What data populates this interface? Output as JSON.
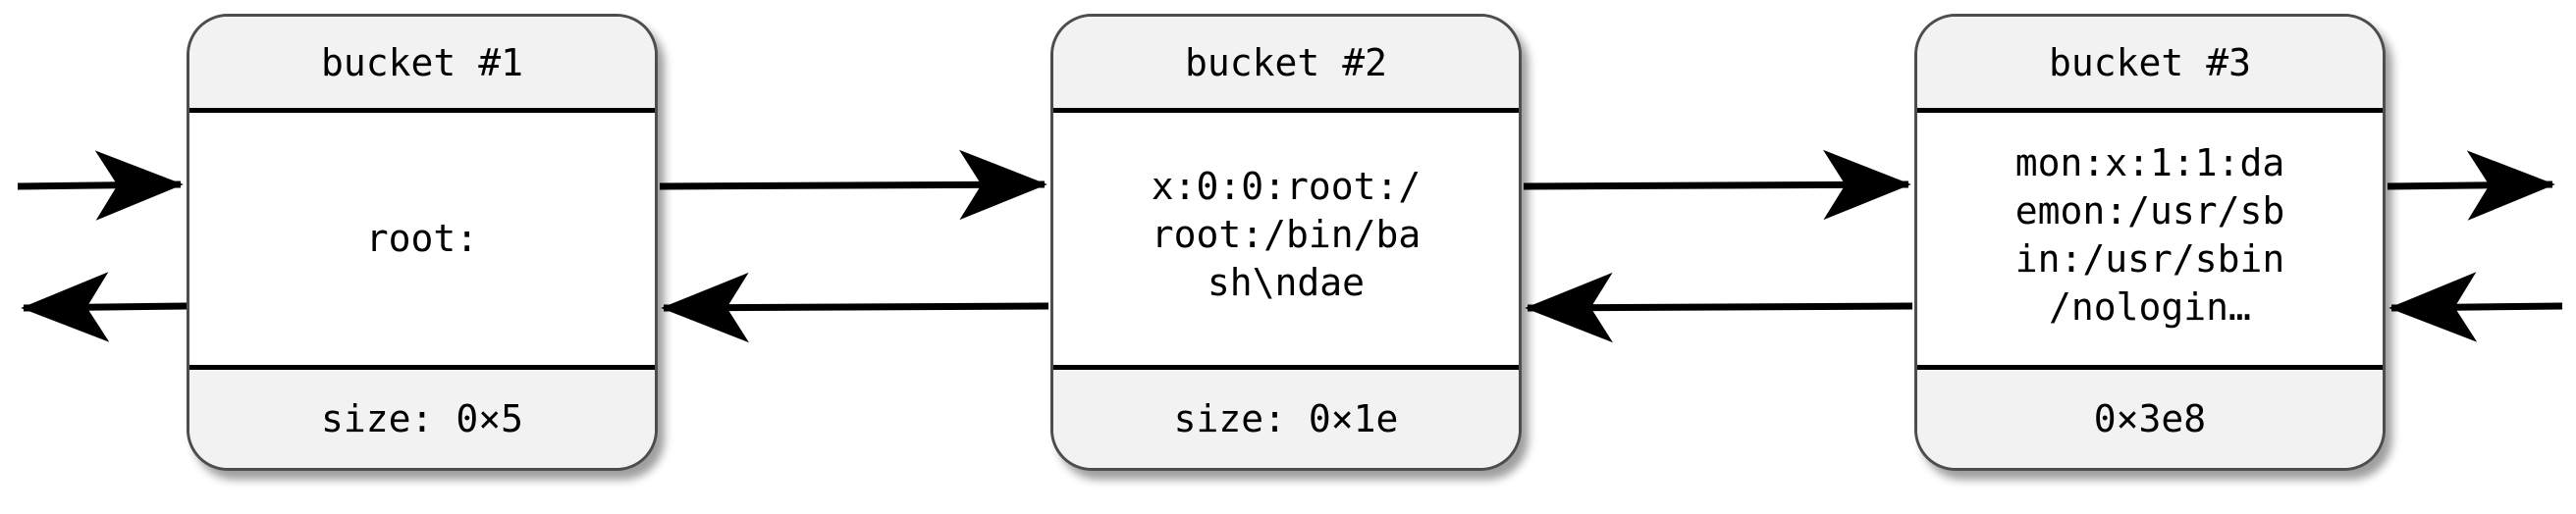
{
  "diagram": {
    "title": "hash table bucket chain",
    "type": "linked-list-of-buckets",
    "colors": {
      "box_border": "#4d4d4d",
      "band_fill": "#f2f2f2",
      "body_fill": "#ffffff",
      "divider": "#000000",
      "arrow": "#000000"
    }
  },
  "buckets": [
    {
      "id": "bucket-1",
      "header": "bucket #1",
      "body": "root:",
      "footer": "size: 0×5"
    },
    {
      "id": "bucket-2",
      "header": "bucket #2",
      "body": "x:0:0:root:/\nroot:/bin/ba\nsh\\ndae",
      "footer": "size: 0×1e"
    },
    {
      "id": "bucket-3",
      "header": "bucket #3",
      "body": "mon:x:1:1:da\nemon:/usr/sb\nin:/usr/sbin\n/nologin…",
      "footer": "0×3e8"
    }
  ],
  "connectors": [
    {
      "id": "in-left-forward",
      "direction": "right",
      "from": "page-edge-left",
      "to": "bucket-1"
    },
    {
      "id": "out-left-backward",
      "direction": "left",
      "from": "bucket-1",
      "to": "page-edge-left"
    },
    {
      "id": "b1-to-b2-forward",
      "direction": "right",
      "from": "bucket-1",
      "to": "bucket-2"
    },
    {
      "id": "b2-to-b1-backward",
      "direction": "left",
      "from": "bucket-2",
      "to": "bucket-1"
    },
    {
      "id": "b2-to-b3-forward",
      "direction": "right",
      "from": "bucket-2",
      "to": "bucket-3"
    },
    {
      "id": "b3-to-b2-backward",
      "direction": "left",
      "from": "bucket-3",
      "to": "bucket-2"
    },
    {
      "id": "out-right-forward",
      "direction": "right",
      "from": "bucket-3",
      "to": "page-edge-right"
    },
    {
      "id": "in-right-backward",
      "direction": "left",
      "from": "page-edge-right",
      "to": "bucket-3"
    }
  ]
}
